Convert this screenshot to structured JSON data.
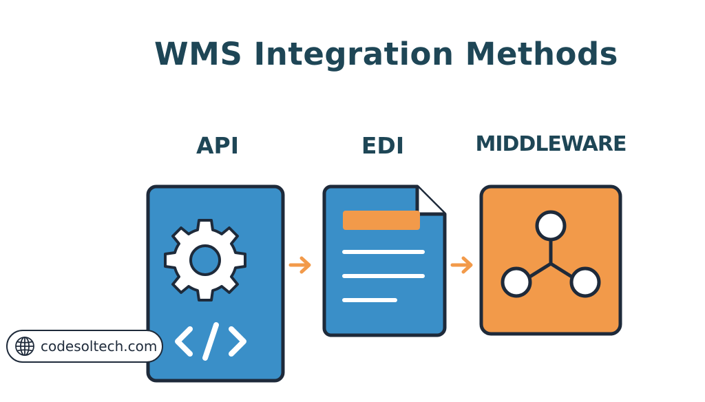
{
  "title": "WMS Integration Methods",
  "methods": [
    {
      "label": "API",
      "icons": [
        "gear-icon",
        "code-brackets-icon"
      ],
      "color": "#3a8fc8"
    },
    {
      "label": "EDI",
      "icons": [
        "document-icon"
      ],
      "color": "#3a8fc8"
    },
    {
      "label": "MIDDLEWARE",
      "icons": [
        "network-hub-icon"
      ],
      "color": "#f29a4a"
    }
  ],
  "connectors": [
    "arrow-right-icon",
    "arrow-right-icon"
  ],
  "watermark": {
    "text": "codesoltech.com",
    "icon": "globe-icon"
  },
  "colors": {
    "title": "#1e4656",
    "blue": "#3a8fc8",
    "orange": "#f29a4a",
    "outline": "#1e2a3a",
    "arrow": "#f29a4a"
  }
}
